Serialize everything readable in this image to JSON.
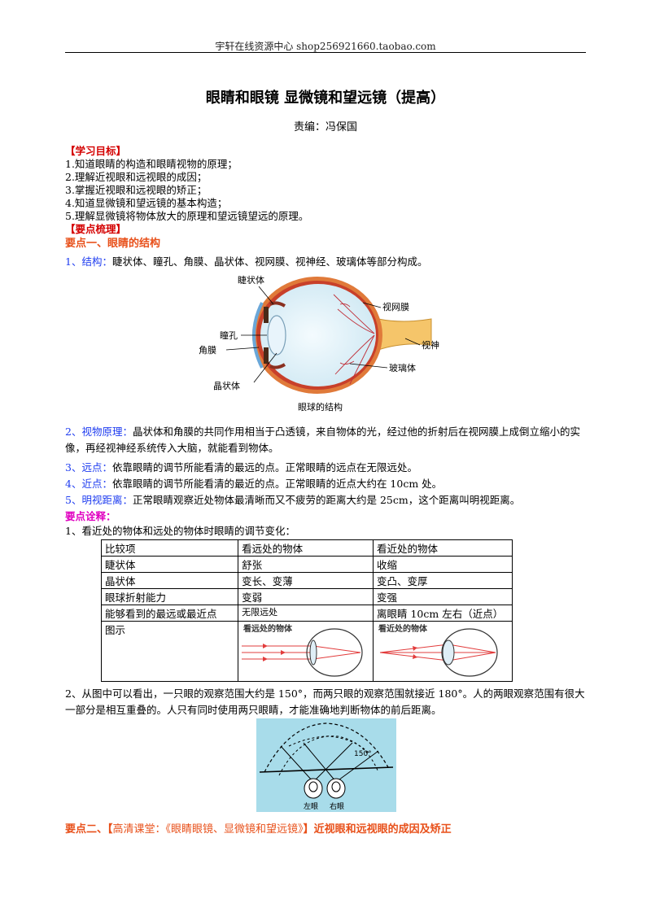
{
  "header": {
    "text": "宇轩在线资源中心  shop256921660.taobao.com"
  },
  "title": "眼睛和眼镜 显微镜和望远镜（提高）",
  "editor": "责编：冯保国",
  "goals": {
    "heading": "【学习目标】",
    "items": [
      "1.知道眼睛的构造和眼睛视物的原理；",
      "2.理解近视眼和远视眼的成因；",
      "3.掌握近视眼和远视眼的矫正；",
      "4.知道显微镜和望远镜的基本构造；",
      "5.理解显微镜将物体放大的原理和望远镜望远的原理。"
    ]
  },
  "summary_heading": "【要点梳理】",
  "point1": {
    "heading": "要点一、眼睛的结构",
    "structure_label": "1、结构：",
    "structure_text": "睫状体、瞳孔、角膜、晶状体、视网膜、视神经、玻璃体等部分构成。",
    "figure": {
      "caption": "眼球的结构",
      "labels": {
        "ciliary": "睫状体",
        "retina": "视网膜",
        "pupil": "瞳孔",
        "nerve": "视神经",
        "cornea": "角膜",
        "vitreous": "玻璃体",
        "lens": "晶状体"
      }
    },
    "principle_label": "2、视物原理：",
    "principle_text": "晶状体和角膜的共同作用相当于凸透镜，来自物体的光，经过他的折射后在视网膜上成倒立缩小的实像，再经视神经系统传入大脑，就能看到物体。",
    "far_label": "3、远点：",
    "far_text": "依靠眼睛的调节所能看清的最远的点。正常眼睛的远点在无限远处。",
    "near_label": "4、近点：",
    "near_text": "依靠眼睛的调节所能看清的最近的点。正常眼睛的近点大约在 10cm 处。",
    "distinct_label": "5、明视距离：",
    "distinct_text": "正常眼睛观察近处物体最清晰而又不疲劳的距离大约是 25cm，这个距离叫明视距离。"
  },
  "explain": {
    "heading": "要点诠释：",
    "item1": "1、看近处的物体和远处的物体时眼睛的调节变化：",
    "table": {
      "headers": [
        "比较项",
        "看远处的物体",
        "看近处的物体"
      ],
      "rows": [
        [
          "睫状体",
          "舒张",
          "收缩"
        ],
        [
          "晶状体",
          "变长、变薄",
          "变凸、变厚"
        ],
        [
          "眼球折射能力",
          "变弱",
          "变强"
        ],
        [
          "能够看到的最远或最近点",
          "无限远处",
          "离眼睛 10cm 左右（近点）"
        ]
      ],
      "diagram_row_label": "图示",
      "diagram_far_label": "看远处的物体",
      "diagram_near_label": "看近处的物体"
    },
    "item2": "2、从图中可以看出，一只眼的观察范围大约是 150°，而两只眼的观察范围就接近 180°。人的两眼观察范围有很大一部分是相互重叠的。人只有同时使用两只眼睛，才能准确地判断物体的前后距离。",
    "fov": {
      "angle": "150°",
      "left_eye": "左眼",
      "right_eye": "右眼"
    }
  },
  "point2": {
    "prefix": "要点二、",
    "bracket_open": "【",
    "course": "高清课堂：《眼睛眼镜、显微镜和望远镜》",
    "bracket_close": "】",
    "rest": "近视眼和远视眼的成因及矫正"
  },
  "colors": {
    "red": "#d40000",
    "orange": "#e8501a",
    "blue": "#1e3cf0",
    "magenta": "#e000c0",
    "sky": "#a8dcea"
  }
}
